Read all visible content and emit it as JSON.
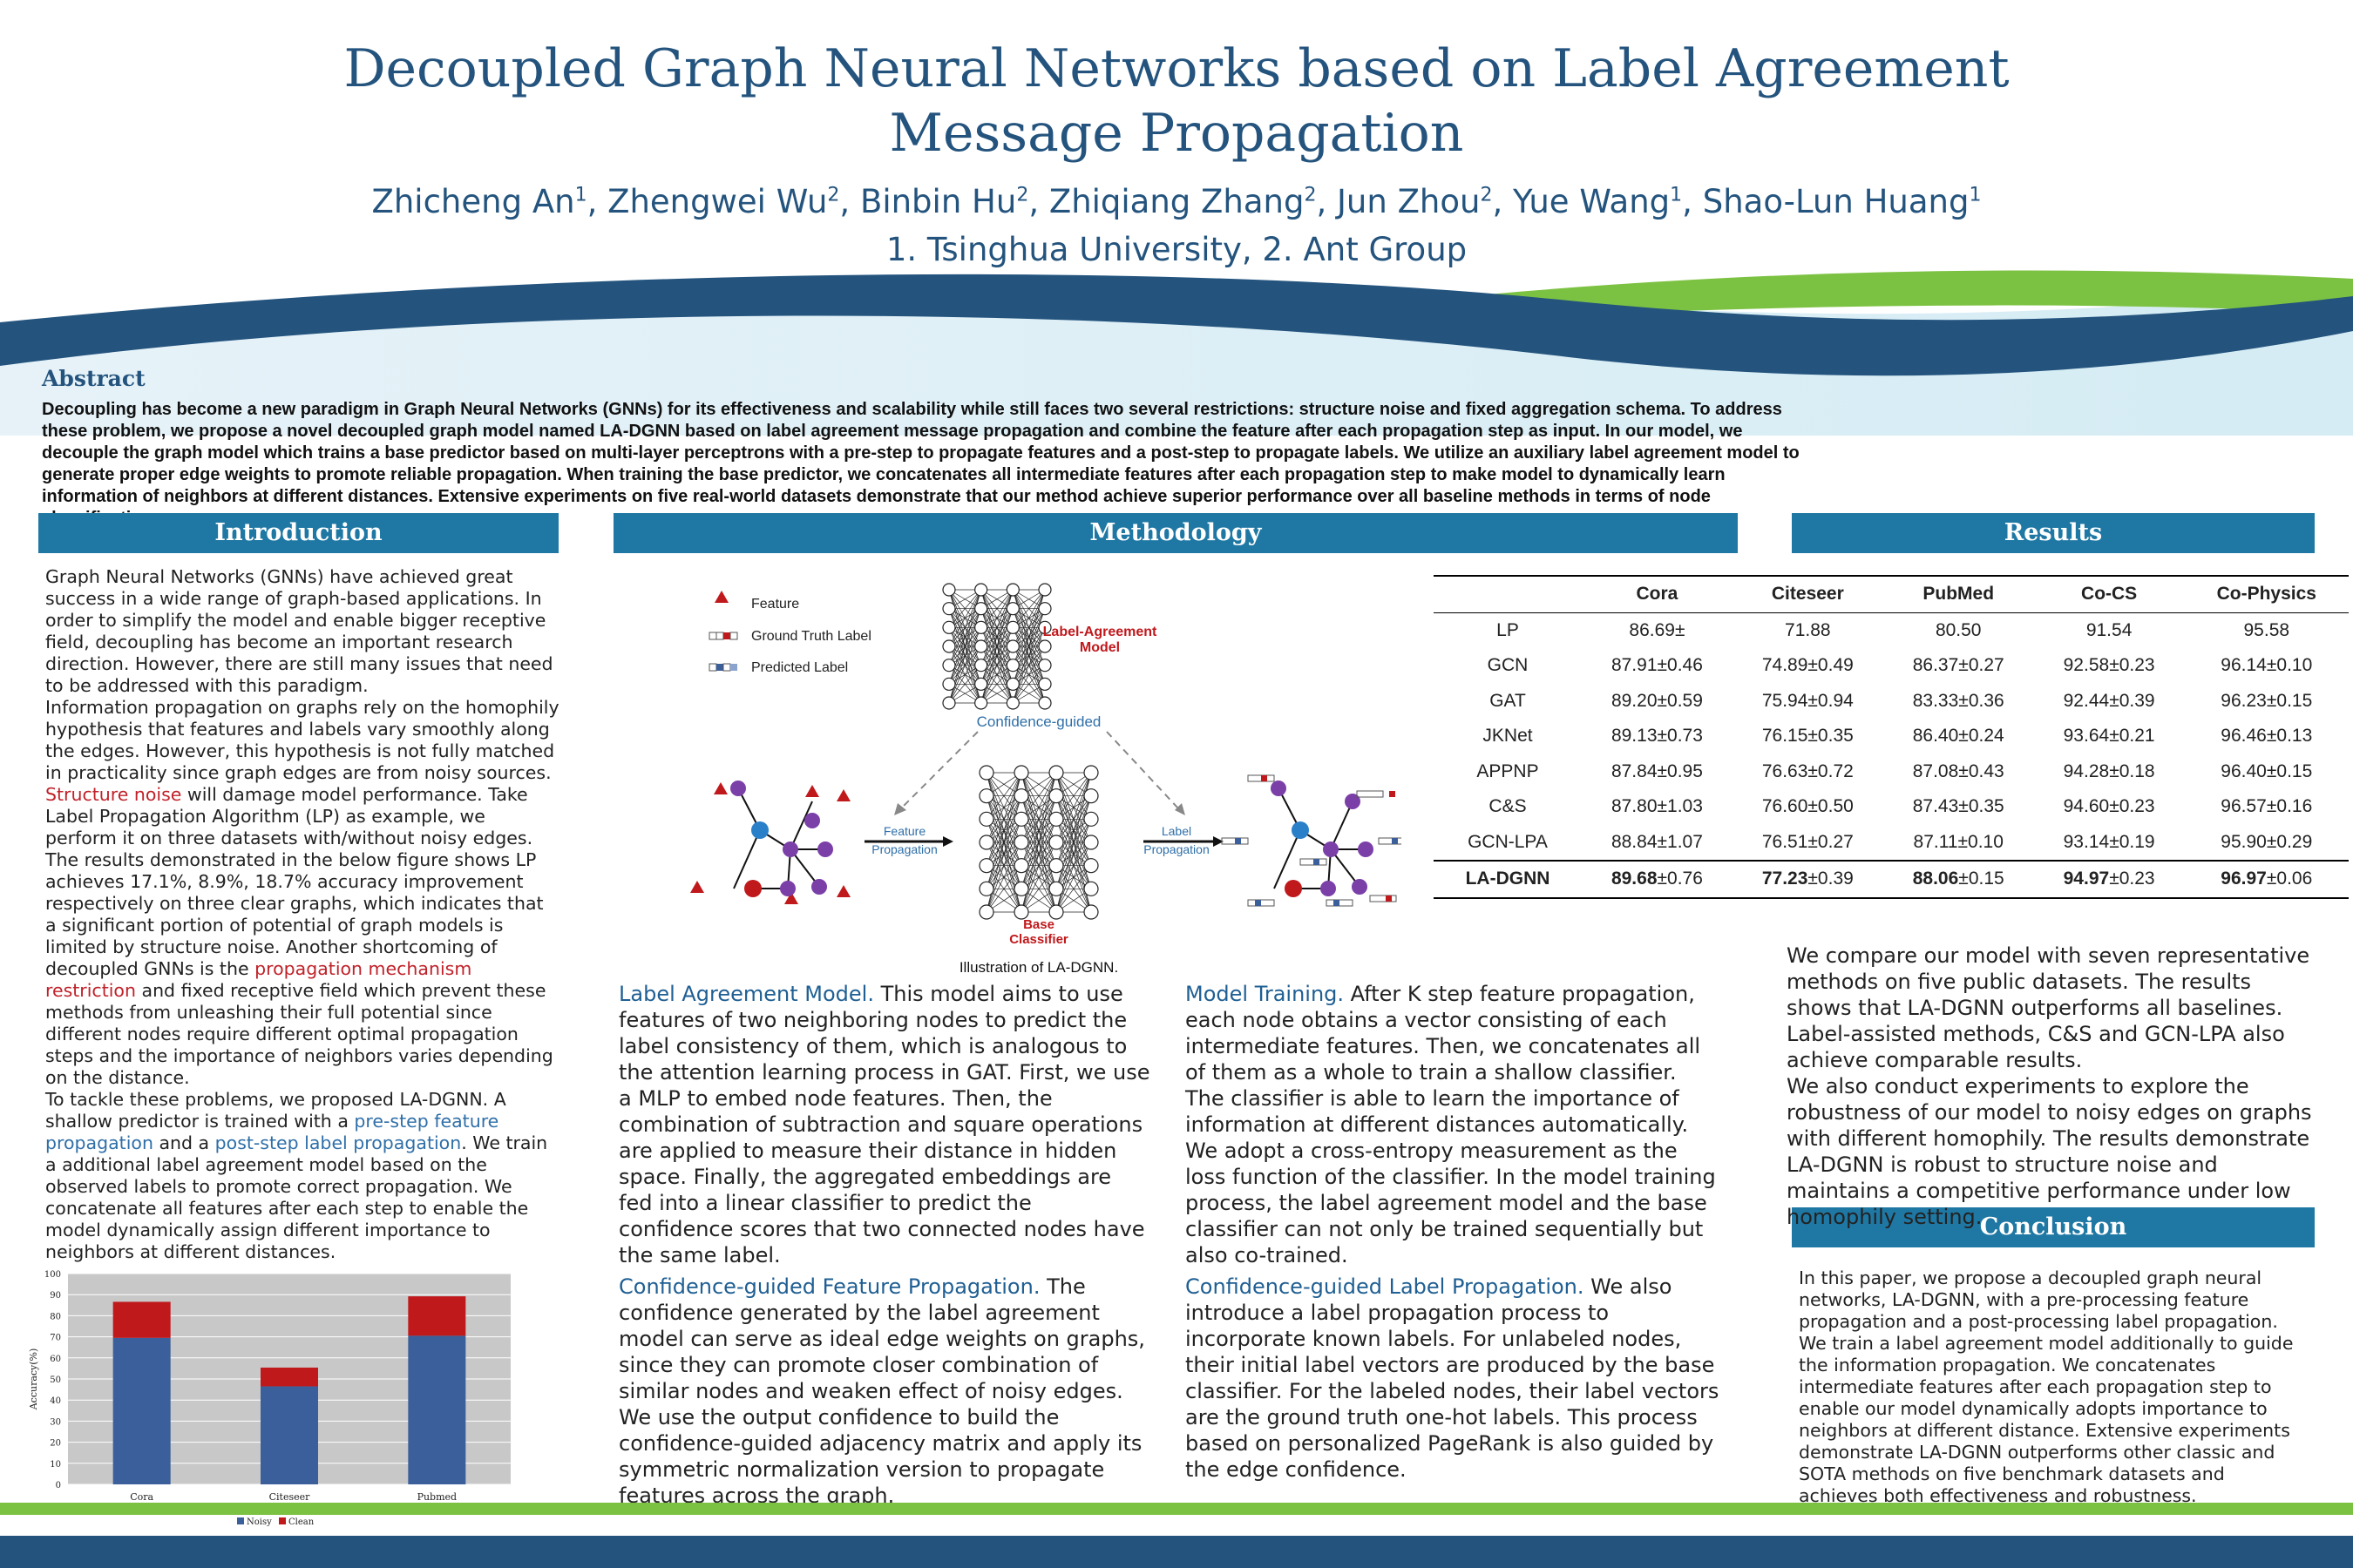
{
  "header": {
    "title_line1": "Decoupled Graph Neural Networks based on Label Agreement",
    "title_line2": "Message Propagation",
    "authors": [
      {
        "name": "Zhicheng An",
        "sup": "1",
        "sep": ", "
      },
      {
        "name": "Zhengwei Wu",
        "sup": "2",
        "sep": ", "
      },
      {
        "name": "Binbin Hu",
        "sup": "2",
        "sep": ", "
      },
      {
        "name": "Zhiqiang Zhang",
        "sup": "2",
        "sep": ", "
      },
      {
        "name": "Jun Zhou",
        "sup": "2",
        "sep": ", "
      },
      {
        "name": "Yue Wang",
        "sup": "1",
        "sep": ", "
      },
      {
        "name": "Shao-Lun Huang",
        "sup": "1",
        "sep": ""
      }
    ],
    "affiliations": "1. Tsinghua University, 2. Ant Group"
  },
  "abstract": {
    "heading": "Abstract",
    "text": "Decoupling has become a new paradigm in Graph Neural Networks (GNNs) for its effectiveness and scalability while still faces two several restrictions: structure noise and  fixed aggregation schema. To address these problem, we propose a novel decoupled graph model named LA-DGNN based on label agreement message propagation and combine the feature after each propagation step as input. In our model, we decouple the graph model which trains a base predictor based on multi-layer perceptrons with a pre-step to propagate features and a post-step to propagate labels. We utilize an auxiliary label agreement model to generate proper edge weights to promote reliable propagation. When training the base predictor, we concatenates all intermediate features after each propagation step to make model to dynamically learn information of neighbors at different distances. Extensive experiments on five real-world datasets demonstrate that our method achieve superior performance over all baseline methods in terms of node classification accuracy."
  },
  "sections": {
    "introduction": "Introduction",
    "methodology": "Methodology",
    "results": "Results",
    "conclusion": "Conclusion"
  },
  "intro": {
    "p1": "Graph Neural Networks (GNNs) have achieved great success in a wide range of graph-based applications. In order to simplify the model and enable bigger receptive field, decoupling has become an important research direction. However, there are still many issues that need to be addressed with this paradigm.",
    "p2a": "Information propagation on graphs rely on the homophily hypothesis that features and labels vary smoothly along the edges. However, this hypothesis is not fully matched in practicality since graph edges are from noisy sources. ",
    "p2_red1": "Structure noise",
    "p2b": " will damage model performance. Take Label Propagation Algorithm (LP) as example, we perform it on three datasets with/without noisy edges. The results demonstrated in the below figure shows LP achieves 17.1%, 8.9%, 18.7% accuracy improvement respectively on three clear graphs, which indicates that a significant portion of potential of graph models is limited by structure noise. Another shortcoming of decoupled GNNs is the ",
    "p2_red2": "propagation mechanism restriction",
    "p2c": " and fixed receptive field which prevent these methods from unleashing their full potential since different nodes require different optimal propagation steps and the importance of neighbors varies depending on the distance.",
    "p3a": "To tackle these problems, we proposed LA-DGNN. A shallow predictor is trained with a ",
    "p3_blue1": "pre-step feature propagation",
    "p3b": " and a ",
    "p3_blue2": "post-step label propagation",
    "p3c": ". We train a additional label agreement model based on the observed labels to promote correct propagation. We concatenate all features after each step to enable the model dynamically assign different importance to neighbors at different distances."
  },
  "chart_data": {
    "type": "bar",
    "stacked": true,
    "categories": [
      "Cora",
      "Citeseer",
      "Pubmed"
    ],
    "series": [
      {
        "name": "Noisy",
        "values": [
          69.5,
          46.5,
          70.5
        ],
        "color": "#3b5f9a"
      },
      {
        "name": "Clean",
        "values": [
          17.1,
          8.9,
          18.7
        ],
        "color": "#c0191c"
      }
    ],
    "ylabel": "Accuracy(%)",
    "ylim": [
      0,
      100
    ],
    "yticks": [
      "0",
      "10",
      "20",
      "30",
      "40",
      "50",
      "60",
      "70",
      "80",
      "90",
      "100"
    ],
    "grid": true,
    "legend": "bottom"
  },
  "figure": {
    "caption": "Illustration of LA-DGNN.",
    "legend_feature": "Feature",
    "legend_gt": "Ground Truth Label",
    "legend_pred": "Predicted Label",
    "la_model_1": "Label-Agreement",
    "la_model_2": "Model",
    "confidence": "Confidence-guided",
    "feat_prop_1": "Feature",
    "feat_prop_2": "Propagation",
    "label_prop_1": "Label",
    "label_prop_2": "Propagation",
    "base_1": "Base",
    "base_2": "Classifier"
  },
  "methodology": {
    "la_title": "Label Agreement Model.",
    "la_text": " This model aims to use features of two neighboring nodes to predict the label consistency of them, which is analogous to the attention learning process in GAT. First, we use a MLP to embed node features. Then, the combination of subtraction and square operations are applied to measure their distance in hidden space. Finally, the aggregated embeddings are fed into a linear classifier to predict the confidence scores that two connected nodes have the same label.",
    "cf_title": "Confidence-guided Feature Propagation.",
    "cf_text": " The confidence generated by the label agreement model can serve as ideal edge weights on graphs, since they can promote closer combination of similar nodes and weaken effect of noisy edges. We use the output confidence to build the confidence-guided adjacency matrix and apply its symmetric normalization version to propagate features across the graph.",
    "mt_title": "Model Training.",
    "mt_text": " After K step feature propagation, each node obtains a vector consisting of each intermediate features. Then, we concatenates all of them as a whole to train a shallow classifier. The classifier is able to learn the importance of information at different distances automatically. We adopt a cross-entropy measurement as the loss function of the classifier. In the model training process, the label agreement model and the base classifier can not only be trained sequentially but also co-trained.",
    "cl_title": "Confidence-guided Label Propagation.",
    "cl_text": " We also introduce a label propagation process to incorporate known labels. For unlabeled nodes, their initial label vectors are produced by the base classifier. For the labeled nodes, their label vectors are the ground truth one-hot labels. This process based on personalized PageRank is also guided by the edge confidence."
  },
  "results_table": {
    "columns": [
      "",
      "Cora",
      "Citeseer",
      "PubMed",
      "Co-CS",
      "Co-Physics"
    ],
    "rows": [
      {
        "method": "LP",
        "cells": [
          [
            "86.69",
            "±"
          ],
          [
            "71.88",
            ""
          ],
          [
            "80.50",
            ""
          ],
          [
            "91.54",
            ""
          ],
          [
            "95.58",
            ""
          ]
        ]
      },
      {
        "method": "GCN",
        "cells": [
          [
            "87.91",
            "±0.46"
          ],
          [
            "74.89",
            "±0.49"
          ],
          [
            "86.37",
            "±0.27"
          ],
          [
            "92.58",
            "±0.23"
          ],
          [
            "96.14",
            "±0.10"
          ]
        ]
      },
      {
        "method": "GAT",
        "cells": [
          [
            "89.20",
            "±0.59"
          ],
          [
            "75.94",
            "±0.94"
          ],
          [
            "83.33",
            "±0.36"
          ],
          [
            "92.44",
            "±0.39"
          ],
          [
            "96.23",
            "±0.15"
          ]
        ]
      },
      {
        "method": "JKNet",
        "cells": [
          [
            "89.13",
            "±0.73"
          ],
          [
            "76.15",
            "±0.35"
          ],
          [
            "86.40",
            "±0.24"
          ],
          [
            "93.64",
            "±0.21"
          ],
          [
            "96.46",
            "±0.13"
          ]
        ]
      },
      {
        "method": "APPNP",
        "cells": [
          [
            "87.84",
            "±0.95"
          ],
          [
            "76.63",
            "±0.72"
          ],
          [
            "87.08",
            "±0.43"
          ],
          [
            "94.28",
            "±0.18"
          ],
          [
            "96.40",
            "±0.15"
          ]
        ]
      },
      {
        "method": "C&S",
        "cells": [
          [
            "87.80",
            "±1.03"
          ],
          [
            "76.60",
            "±0.50"
          ],
          [
            "87.43",
            "±0.35"
          ],
          [
            "94.60",
            "±0.23"
          ],
          [
            "96.57",
            "±0.16"
          ]
        ]
      },
      {
        "method": "GCN-LPA",
        "cells": [
          [
            "88.84",
            "±1.07"
          ],
          [
            "76.51",
            "±0.27"
          ],
          [
            "87.11",
            "±0.10"
          ],
          [
            "93.14",
            "±0.19"
          ],
          [
            "95.90",
            "±0.29"
          ]
        ]
      }
    ],
    "last_row": {
      "method": "LA-DGNN",
      "cells": [
        [
          "89.68",
          "±0.76"
        ],
        [
          "77.23",
          "±0.39"
        ],
        [
          "88.06",
          "±0.15"
        ],
        [
          "94.97",
          "±0.23"
        ],
        [
          "96.97",
          "±0.06"
        ]
      ]
    }
  },
  "results_text": {
    "p1": "We compare our model with seven representative methods on five public datasets. The results shows that LA-DGNN outperforms all baselines. Label-assisted methods, C&S and GCN-LPA also achieve comparable results.",
    "p2": "We also conduct experiments to explore the robustness of our model to noisy edges on graphs with different homophily. The results demonstrate LA-DGNN is robust to structure noise and maintains a competitive performance under low homophily setting."
  },
  "conclusion_text": "In this paper, we propose a decoupled graph neural networks, LA-DGNN, with a pre-processing feature propagation and a post-processing label propagation. We train a label agreement model additionally to guide the information propagation. We concatenates intermediate features after each propagation step to enable our model dynamically adopts importance to neighbors at different distance. Extensive experiments demonstrate LA-DGNN outperforms other classic and SOTA methods on five benchmark datasets and achieves both effectiveness and robustness.",
  "colors": {
    "primary": "#24547e",
    "bar": "#1f78a4",
    "green": "#7cc242",
    "red": "#c0222a"
  }
}
